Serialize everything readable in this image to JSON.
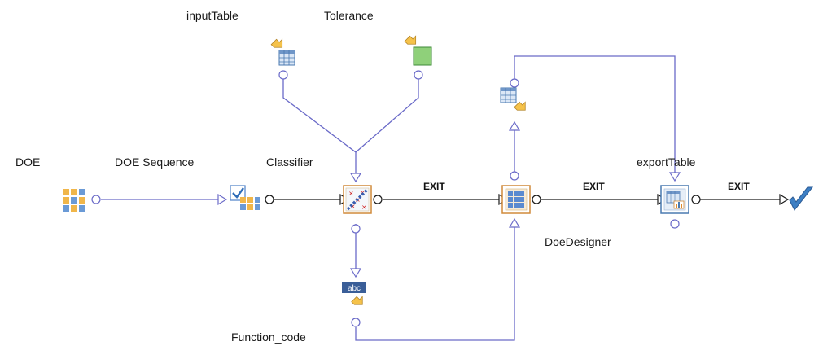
{
  "nodes": {
    "doe": {
      "label": "DOE"
    },
    "doe_sequence": {
      "label": "DOE Sequence"
    },
    "classifier": {
      "label": "Classifier"
    },
    "input_table": {
      "label": "inputTable"
    },
    "tolerance": {
      "label": "Tolerance"
    },
    "doe_designer": {
      "label": "DoeDesigner"
    },
    "export_table": {
      "label": "exportTable"
    },
    "function_code": {
      "label": "Function_code",
      "badge": "abc"
    }
  },
  "edges": {
    "classifier_to_designer": "EXIT",
    "designer_to_export": "EXIT",
    "export_to_end": "EXIT"
  },
  "colors": {
    "connector": "#6a6ac8",
    "flow": "#1a1a1a",
    "node_border": "#d08a3a",
    "export_border": "#4a7ab0",
    "end_check": "#3d7fc4",
    "abc_badge": "#3a5e98"
  }
}
